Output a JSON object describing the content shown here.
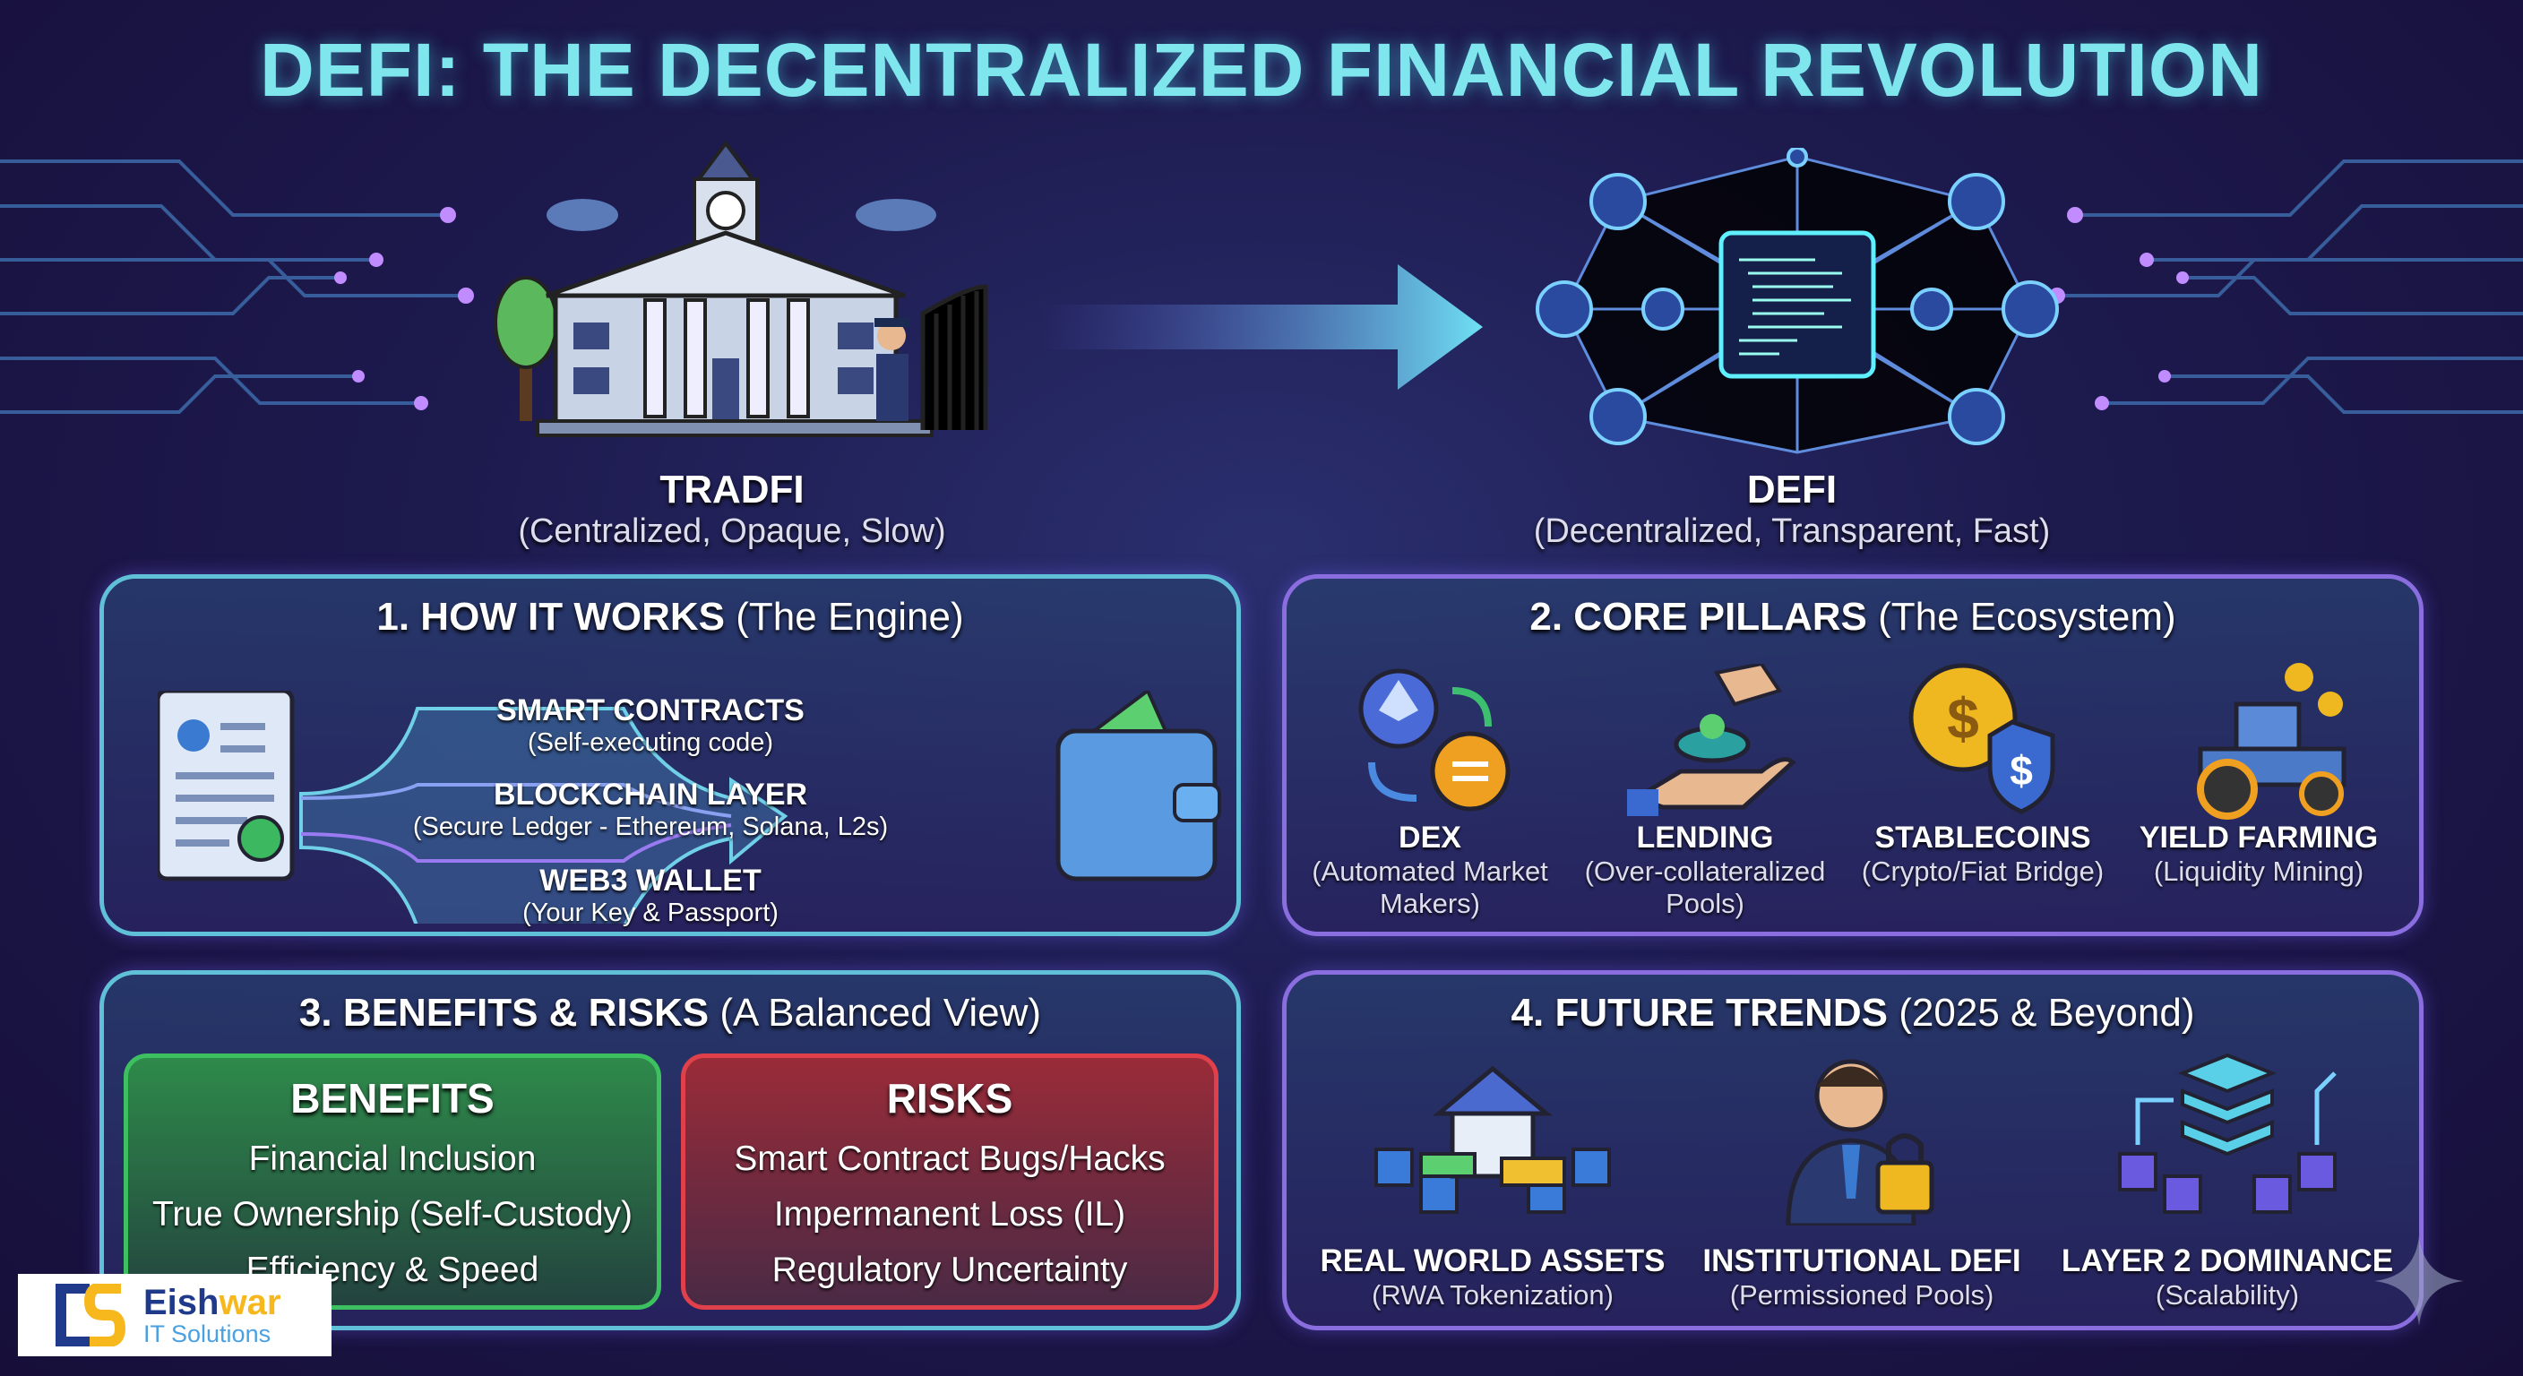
{
  "title": "DEFI: THE DECENTRALIZED FINANCIAL REVOLUTION",
  "hero": {
    "tradfi": {
      "label": "TRADFI",
      "subtitle": "(Centralized, Opaque, Slow)"
    },
    "defi": {
      "label": "DEFI",
      "subtitle": "(Decentralized, Transparent, Fast)"
    }
  },
  "panels": {
    "how": {
      "title": "1. HOW IT WORKS",
      "title_note": "(The Engine)",
      "layers": [
        {
          "label": "SMART CONTRACTS",
          "detail": "(Self-executing code)"
        },
        {
          "label": "BLOCKCHAIN LAYER",
          "detail": "(Secure Ledger - Ethereum, Solana, L2s)"
        },
        {
          "label": "WEB3 WALLET",
          "detail": "(Your Key & Passport)"
        }
      ]
    },
    "pillars": {
      "title": "2. CORE PILLARS",
      "title_note": "(The Ecosystem)",
      "items": [
        {
          "label": "DEX",
          "detail": "(Automated Market Makers)"
        },
        {
          "label": "LENDING",
          "detail": "(Over-collateralized Pools)"
        },
        {
          "label": "STABLECOINS",
          "detail": "(Crypto/Fiat Bridge)"
        },
        {
          "label": "YIELD FARMING",
          "detail": "(Liquidity Mining)"
        }
      ]
    },
    "benefits_risks": {
      "title": "3. BENEFITS & RISKS",
      "title_note": "(A Balanced View)",
      "benefits": {
        "heading": "BENEFITS",
        "items": [
          "Financial Inclusion",
          "True Ownership (Self-Custody)",
          "Efficiency & Speed"
        ]
      },
      "risks": {
        "heading": "RISKS",
        "items": [
          "Smart Contract Bugs/Hacks",
          "Impermanent Loss (IL)",
          "Regulatory Uncertainty"
        ]
      }
    },
    "trends": {
      "title": "4. FUTURE TRENDS",
      "title_note": "(2025 & Beyond)",
      "items": [
        {
          "label": "REAL WORLD ASSETS",
          "detail": "(RWA Tokenization)"
        },
        {
          "label": "INSTITUTIONAL DEFI",
          "detail": "(Permissioned Pools)"
        },
        {
          "label": "LAYER 2 DOMINANCE",
          "detail": "(Scalability)"
        }
      ]
    }
  },
  "logo": {
    "name_part1": "Eish",
    "name_part2": "war",
    "tagline": "IT Solutions"
  },
  "colors": {
    "title": "#7fe6ee",
    "benefits": "#2e8a4a",
    "risks": "#9a2b38",
    "logo_blue": "#1f3a8a",
    "logo_yellow": "#f6b81c"
  }
}
